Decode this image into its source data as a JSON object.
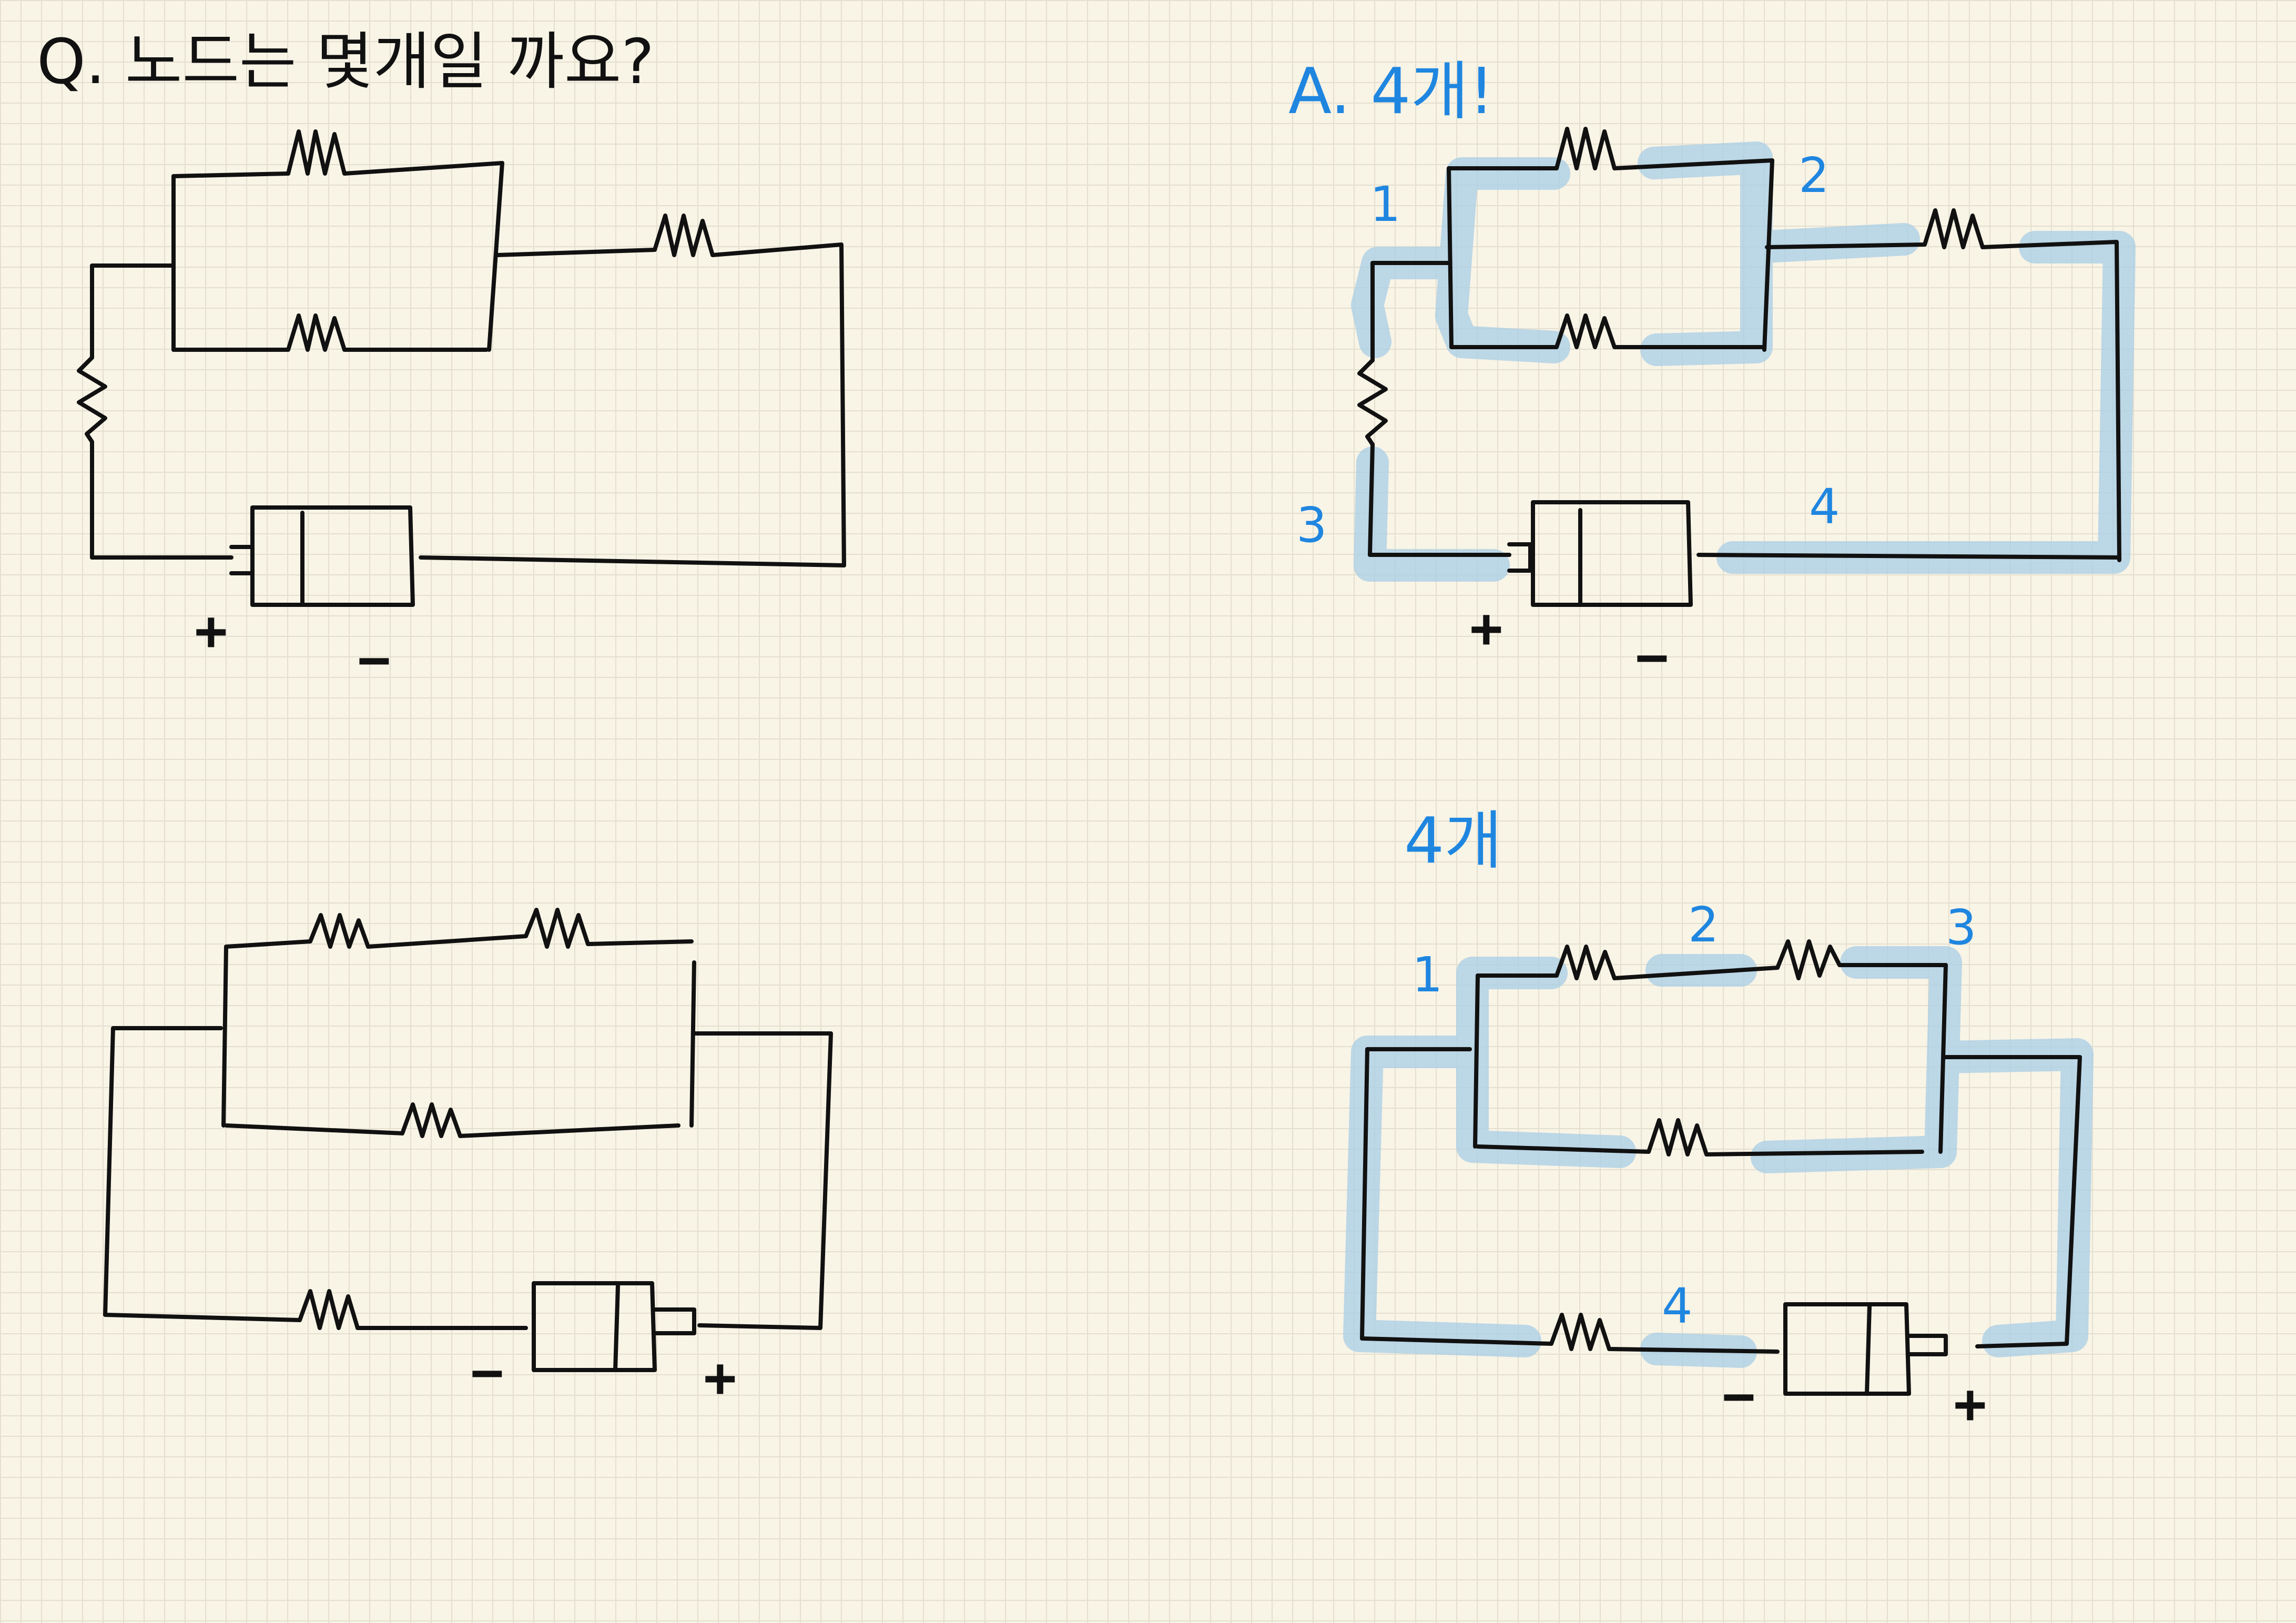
{
  "question": {
    "text": "Q. 노드는 몇개일 까요?"
  },
  "answer_top": {
    "text": "A. 4개!"
  },
  "answer_bottom": {
    "text": "4개"
  },
  "circuit_tl": {
    "plus": "+",
    "minus": "−"
  },
  "circuit_tr": {
    "plus": "+",
    "minus": "−",
    "nodes": [
      "1",
      "2",
      "3",
      "4"
    ]
  },
  "circuit_bl": {
    "plus": "+",
    "minus": "−"
  },
  "circuit_br": {
    "plus": "+",
    "minus": "−",
    "nodes": [
      "1",
      "2",
      "3",
      "4"
    ]
  },
  "colors": {
    "ink": "#111111",
    "annotation": "#1f86e0",
    "highlight": "#a8cde6",
    "paper": "#f8f4e6"
  }
}
